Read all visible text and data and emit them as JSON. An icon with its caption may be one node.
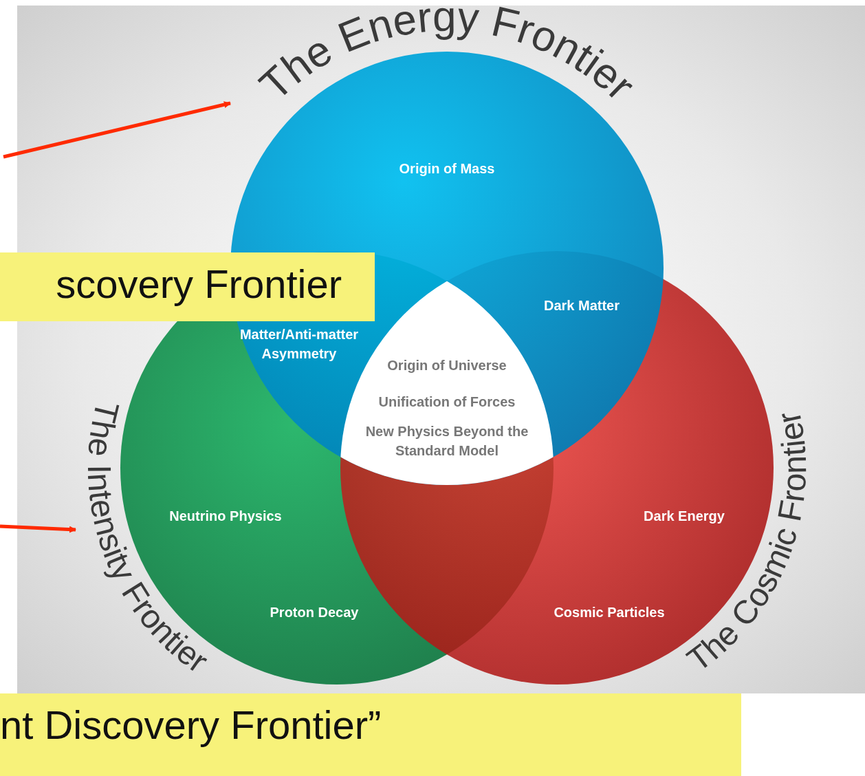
{
  "diagram": {
    "nodes": [
      {
        "text": [
          "The Energy Frontier"
        ]
      },
      {
        "text": [
          "The Intensity Frontier"
        ]
      },
      {
        "text": [
          "The Cosmic Frontier"
        ]
      },
      {
        "text": [
          "Origin of Mass"
        ]
      },
      {
        "text": [
          "Neutrino Physics",
          "Proton Decay"
        ]
      },
      {
        "text": [
          "Dark Energy",
          "Cosmic Particles"
        ]
      },
      {
        "text": [
          "scovery Frontier"
        ]
      },
      {
        "text": [
          "nt Discovery Frontier”"
        ]
      }
    ],
    "edges": [
      {
        "from": null,
        "to": 0,
        "arrow": "to"
      },
      {
        "from": null,
        "to": 1,
        "arrow": "to"
      }
    ],
    "labels": [
      "Matter/Anti-matter Asymmetry",
      "Dark Matter",
      "Origin of Universe",
      "Unification of Forces",
      "New Physics Beyond the Standard Model"
    ]
  }
}
